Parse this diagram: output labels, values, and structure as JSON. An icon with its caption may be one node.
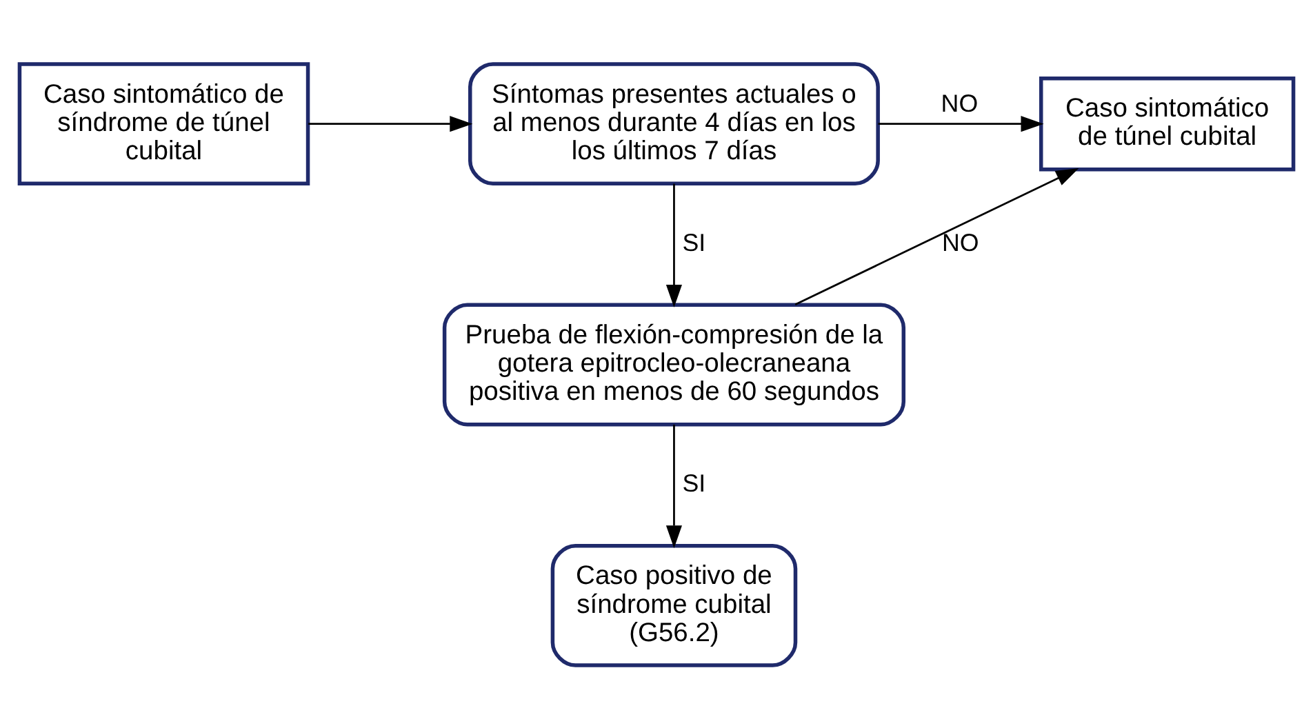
{
  "diagram": {
    "nodes": [
      {
        "text": [
          "Caso sintomático de síndrome de túnel cubital"
        ]
      },
      {
        "text": [
          "Síntomas presentes actuales o al menos durante 4 días en los los últimos 7 días"
        ]
      },
      {
        "text": [
          "Caso sintomático de túnel cubital"
        ]
      },
      {
        "text": [
          "Prueba de flexión-compresión de la gotera epitrocleo-olecraneana positiva en menos de 60 segundos"
        ]
      },
      {
        "text": [
          "Caso positivo de síndrome cubital (G56.2)"
        ]
      }
    ],
    "edges": [
      {
        "from": 0,
        "to": 1,
        "arrow": "to"
      },
      {
        "from": 1,
        "to": 2,
        "arrow": "to",
        "label": "NO"
      },
      {
        "from": 1,
        "to": 3,
        "arrow": "to",
        "label": "SI"
      },
      {
        "from": 3,
        "to": 2,
        "arrow": "to",
        "label": "NO"
      },
      {
        "from": 3,
        "to": 4,
        "arrow": "to",
        "label": "SI"
      }
    ]
  }
}
